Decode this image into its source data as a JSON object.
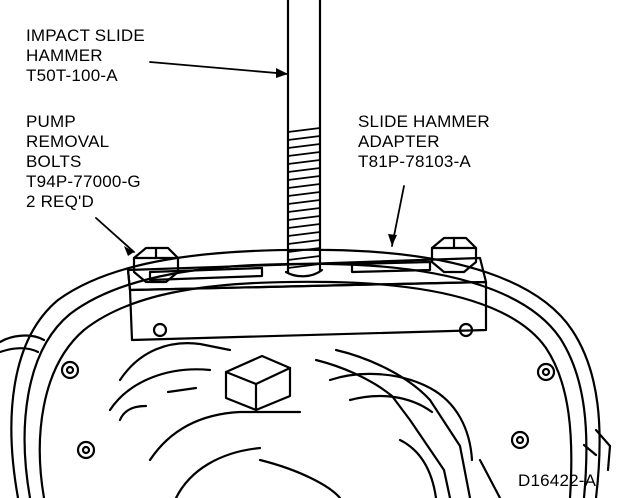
{
  "labels": {
    "impact_slide_hammer": [
      "IMPACT SLIDE",
      "HAMMER",
      "T50T-100-A"
    ],
    "pump_removal_bolts": [
      "PUMP",
      "REMOVAL",
      "BOLTS",
      "T94P-77000-G",
      "2 REQ'D"
    ],
    "slide_hammer_adapter": [
      "SLIDE HAMMER",
      "ADAPTER",
      "T81P-78103-A"
    ]
  },
  "figure_id": "D16422-A",
  "colors": {
    "ink": "#000000",
    "paper": "#ffffff"
  }
}
